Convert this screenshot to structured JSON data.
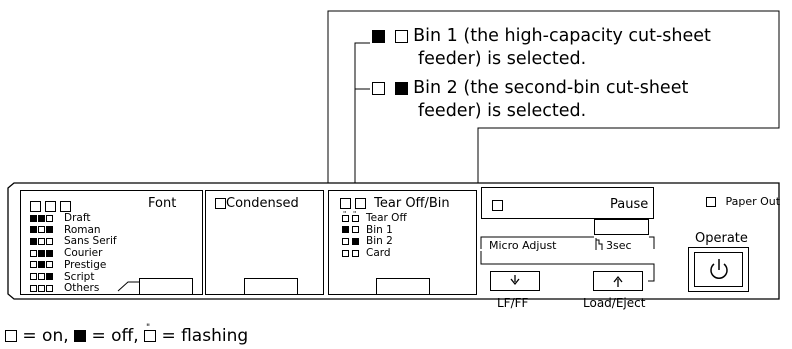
{
  "callout": {
    "bin1_line1": "Bin 1 (the high-capacity cut-sheet",
    "bin1_line2": "feeder) is selected.",
    "bin2_line1": "Bin 2 (the second-bin cut-sheet",
    "bin2_line2": "feeder) is selected."
  },
  "font_panel": {
    "title": "Font",
    "items": [
      {
        "label": "Draft",
        "leds": [
          1,
          1,
          0
        ]
      },
      {
        "label": "Roman",
        "leds": [
          1,
          0,
          1
        ]
      },
      {
        "label": "Sans Serif",
        "leds": [
          1,
          0,
          0
        ]
      },
      {
        "label": "Courier",
        "leds": [
          0,
          1,
          1
        ]
      },
      {
        "label": "Prestige",
        "leds": [
          0,
          1,
          0
        ]
      },
      {
        "label": "Script",
        "leds": [
          0,
          0,
          1
        ]
      },
      {
        "label": "Others",
        "leds": [
          0,
          0,
          0
        ]
      }
    ]
  },
  "condensed_panel": {
    "title": "Condensed"
  },
  "tearoff_panel": {
    "title": "Tear Off/Bin",
    "items": [
      "Tear Off",
      "Bin 1",
      "Bin 2",
      "Card"
    ]
  },
  "pause_panel": {
    "title": "Pause",
    "micro_adjust": "Micro Adjust",
    "hold_time": "3sec"
  },
  "buttons": {
    "lf_ff": "LF/FF",
    "load_eject": "Load/Eject"
  },
  "status": {
    "paper_out": "Paper Out",
    "operate": "Operate"
  },
  "legend": {
    "on": "= on,",
    "off": "= off,",
    "flashing": "= flashing"
  }
}
